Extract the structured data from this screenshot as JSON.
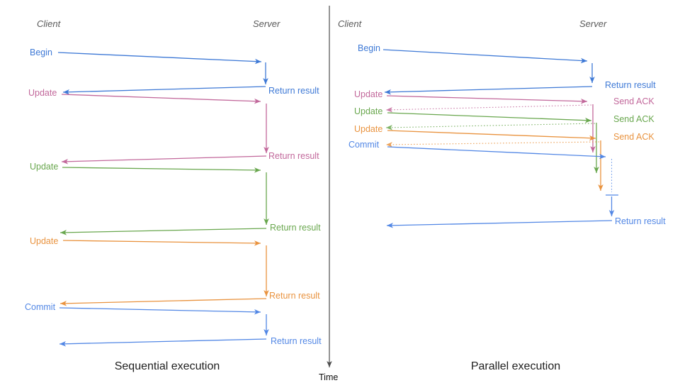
{
  "colors": {
    "blue": "#3e79d6",
    "blue_light": "#5287e5",
    "pink": "#c2689b",
    "green": "#69a74e",
    "orange": "#e9933f",
    "axis_gray": "#4d4d4d",
    "header_gray": "#595959",
    "caption_black": "#212121"
  },
  "time_axis": {
    "label": "Time"
  },
  "sequential": {
    "caption": "Sequential execution",
    "client_header": "Client",
    "server_header": "Server",
    "messages": [
      {
        "request": "Begin",
        "response": "Return result",
        "color": "blue"
      },
      {
        "request": "Update",
        "response": "Return result",
        "color": "pink"
      },
      {
        "request": "Update",
        "response": "Return result",
        "color": "green"
      },
      {
        "request": "Update",
        "response": "Return result",
        "color": "orange"
      },
      {
        "request": "Commit",
        "response": "Return result",
        "color": "blue_light"
      }
    ]
  },
  "parallel": {
    "caption": "Parallel execution",
    "client_header": "Client",
    "server_header": "Server",
    "messages": [
      {
        "request": "Begin",
        "response": "Return result",
        "color": "blue"
      },
      {
        "request": "Update",
        "response": "Send ACK",
        "color": "pink"
      },
      {
        "request": "Update",
        "response": "Send ACK",
        "color": "green"
      },
      {
        "request": "Update",
        "response": "Send ACK",
        "color": "orange"
      },
      {
        "request": "Commit",
        "response": "Return result",
        "color": "blue_light"
      }
    ]
  }
}
